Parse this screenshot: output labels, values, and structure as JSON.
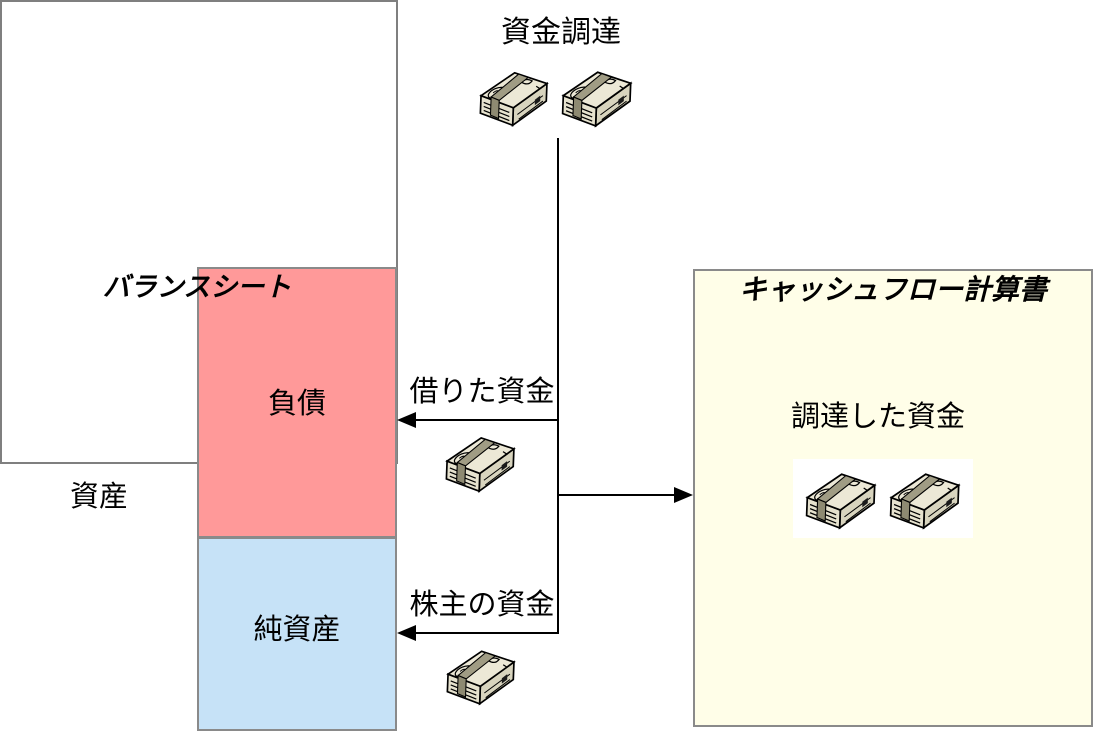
{
  "header": {
    "title": "資金調達"
  },
  "balance_sheet": {
    "title": "バランスシート",
    "assets_label": "資産",
    "liabilities_label": "負債",
    "net_assets_label": "純資産"
  },
  "cash_flow_statement": {
    "title": "キャッシュフロー計算書",
    "raised_funds_label": "調達した資金"
  },
  "flows": {
    "borrowed_funds_label": "借りた資金",
    "shareholder_funds_label": "株主の資金"
  },
  "icons": {
    "money_stack": "money-stack-icon",
    "arrowhead_left": "arrowhead-left-icon",
    "arrowhead_right": "arrowhead-right-icon"
  },
  "colors": {
    "liabilities_fill": "#ff9999",
    "net_assets_fill": "#c6e2f7",
    "cash_flow_fill": "#fffee8",
    "box_border": "#7f7f7f",
    "line_and_text": "#000000",
    "money_paper": "#e6e2ce",
    "money_strap": "#a09c84"
  }
}
